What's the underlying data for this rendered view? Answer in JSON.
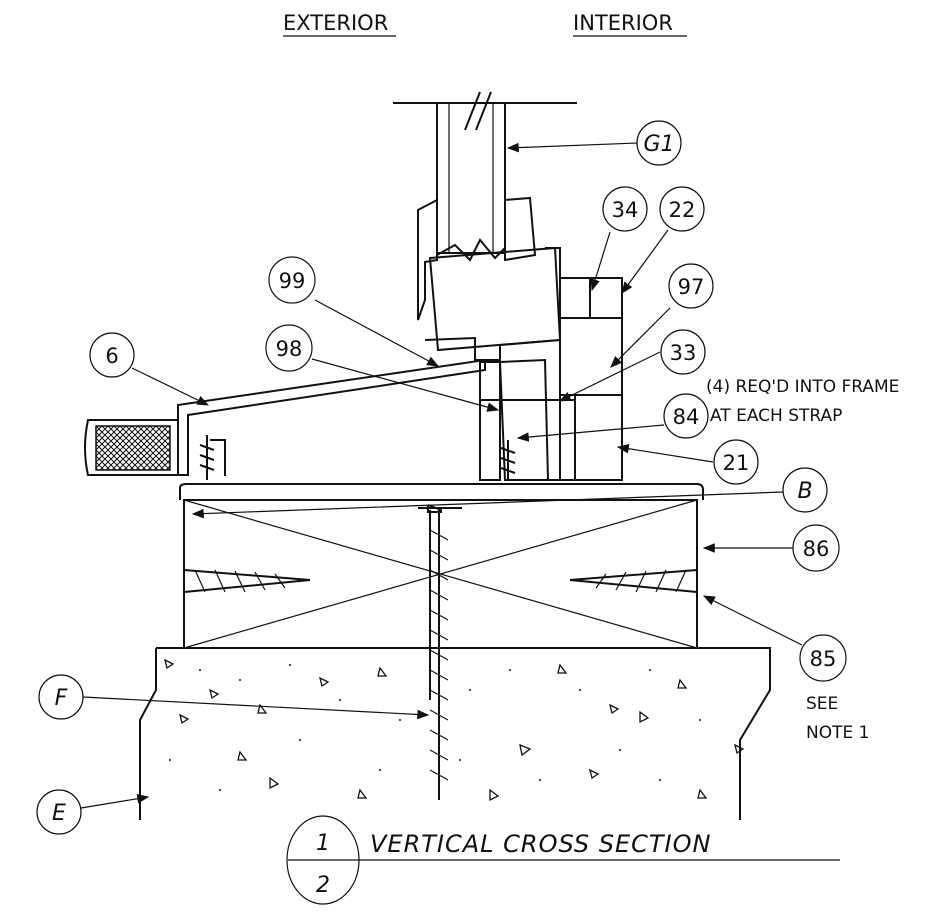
{
  "headers": {
    "exterior": "EXTERIOR",
    "interior": "INTERIOR"
  },
  "callouts": {
    "g1": "G1",
    "c34": "34",
    "c22": "22",
    "c99": "99",
    "c97": "97",
    "c6": "6",
    "c98": "98",
    "c33": "33",
    "c84": "84",
    "c21": "21",
    "b": "B",
    "c86": "86",
    "c85": "85",
    "f": "F",
    "e": "E"
  },
  "notes": {
    "strap_line1": "(4) REQ'D INTO FRAME",
    "strap_line2": "AT EACH STRAP",
    "see_line1": "SEE",
    "see_line2": "NOTE 1"
  },
  "title_block": {
    "number_top": "1",
    "number_bottom": "2",
    "title": "VERTICAL  CROSS  SECTION"
  }
}
